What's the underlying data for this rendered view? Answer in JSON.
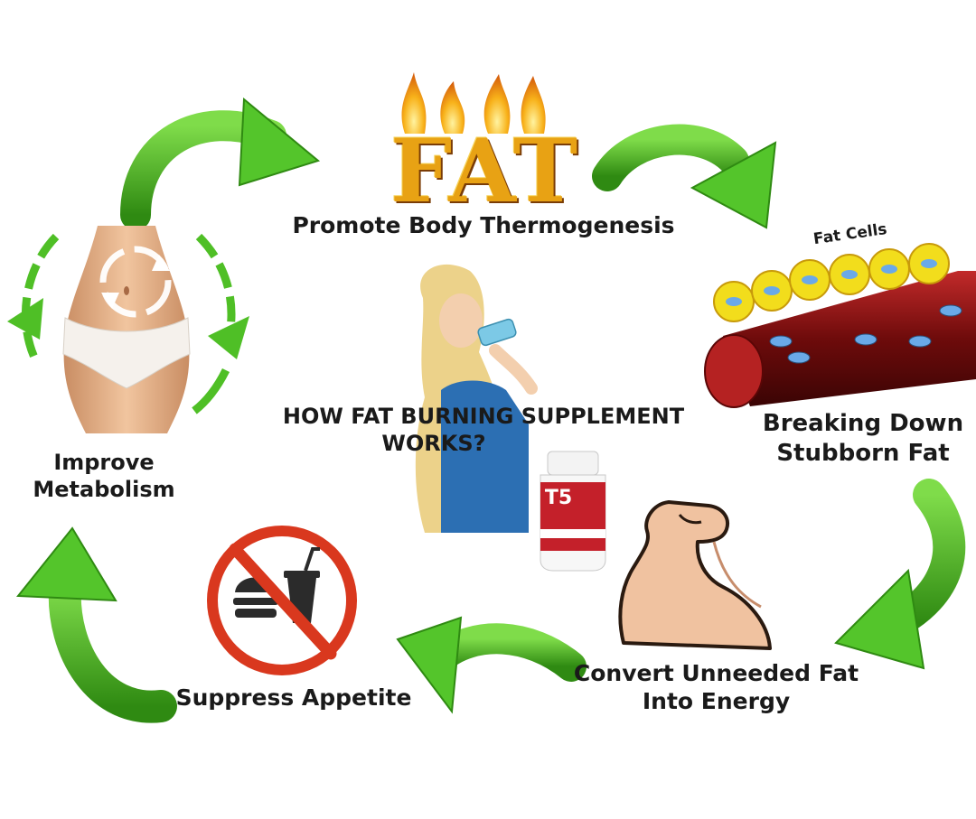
{
  "diagram": {
    "center_title": {
      "line1": "HOW FAT BURNING SUPPLEMENT",
      "line2": "WORKS?"
    },
    "steps": {
      "promote": "Promote Body Thermogenesis",
      "breaking": {
        "line1": "Breaking Down",
        "line2": "Stubborn Fat"
      },
      "convert": {
        "line1": "Convert Unneeded Fat",
        "line2": "Into Energy"
      },
      "suppress": "Suppress Appetite",
      "improve": {
        "line1": "Improve",
        "line2": "Metabolism"
      }
    },
    "fat_word": "FAT",
    "fat_cells_label": "Fat Cells",
    "bottle_label": "T5"
  },
  "colors": {
    "arrow_green": "#4fbf26",
    "arrow_dark": "#2f8a12",
    "ban_red": "#d9381e",
    "flame_orange": "#f39a12",
    "vessel_red": "#8e1414",
    "fat_yellow": "#f2dd1c",
    "skin": "#e9b48a",
    "shirt_blue": "#2c6fb3",
    "hair_blonde": "#ecd28a"
  },
  "icons": [
    "fire-icon",
    "torso-icon",
    "rotate-cycle-icon",
    "blood-vessel-icon",
    "flexed-arm-icon",
    "no-fast-food-icon",
    "supplement-bottle-icon",
    "woman-drinking-icon"
  ]
}
